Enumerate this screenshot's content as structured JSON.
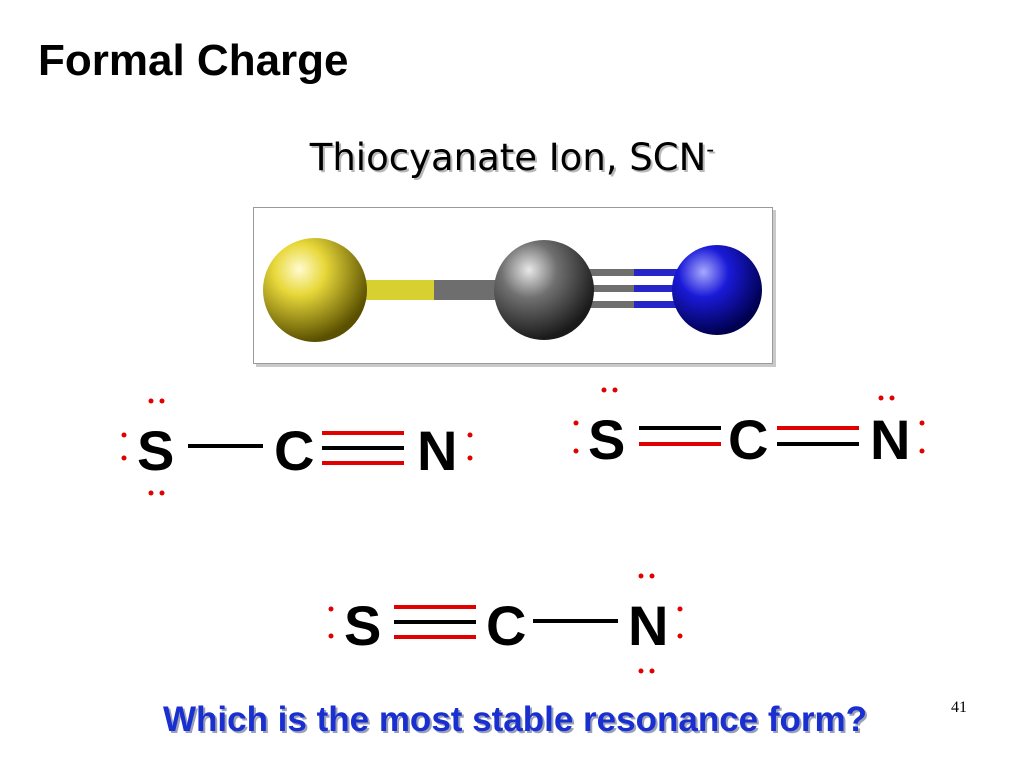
{
  "title": "Formal Charge",
  "subtitle": {
    "text": "Thiocyanate Ion, SCN",
    "charge": "-"
  },
  "model": {
    "atoms": [
      {
        "symbol": "S",
        "color": "#e8d83a"
      },
      {
        "symbol": "C",
        "color": "#707070"
      },
      {
        "symbol": "N",
        "color": "#1a1ad8"
      }
    ]
  },
  "structures": [
    {
      "atoms": [
        "S",
        "C",
        "N"
      ],
      "bonds": [
        1,
        3
      ]
    },
    {
      "atoms": [
        "S",
        "C",
        "N"
      ],
      "bonds": [
        2,
        2
      ]
    },
    {
      "atoms": [
        "S",
        "C",
        "N"
      ],
      "bonds": [
        3,
        1
      ]
    }
  ],
  "colors": {
    "lone_pair": "#e00000",
    "bond_black": "#000000",
    "bond_red": "#e00000",
    "question": "#1a2fd0"
  },
  "question": "Which is the most stable resonance form?",
  "page_number": "41"
}
